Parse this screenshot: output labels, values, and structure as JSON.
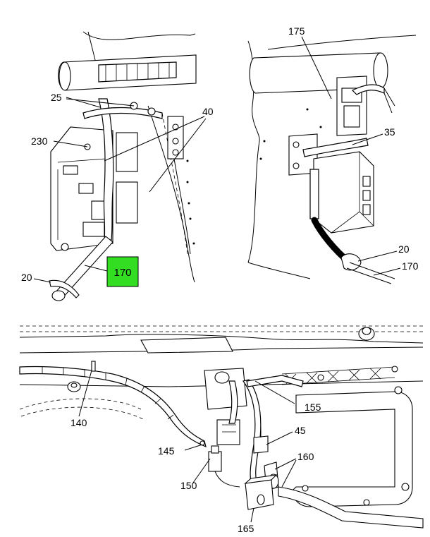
{
  "highlight_color": "#33dd22",
  "callouts": {
    "top_left": {
      "c25": "25",
      "c40": "40",
      "c230": "230",
      "c20": "20",
      "c170": "170"
    },
    "top_right": {
      "c175": "175",
      "c35": "35",
      "c20": "20",
      "c170": "170"
    },
    "bottom": {
      "c140": "140",
      "c155": "155",
      "c45": "45",
      "c145": "145",
      "c160": "160",
      "c150": "150",
      "c165": "165"
    }
  }
}
